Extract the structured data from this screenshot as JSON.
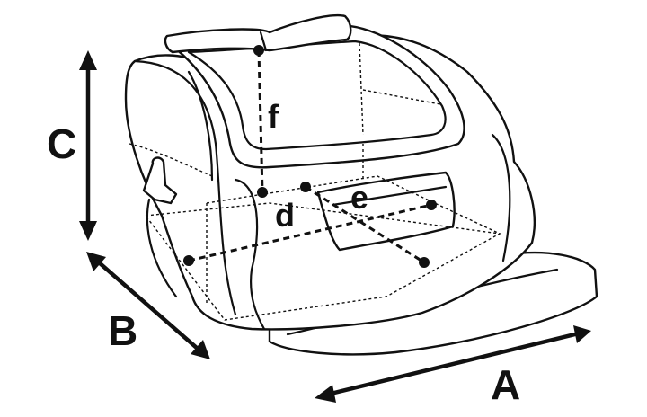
{
  "diagram": {
    "dimension_labels": {
      "length": "A",
      "width": "B",
      "height": "C",
      "diagonal_d": "d",
      "diagonal_e": "e",
      "height_f": "f"
    },
    "colors": {
      "stroke": "#111111",
      "background": "#ffffff"
    }
  }
}
